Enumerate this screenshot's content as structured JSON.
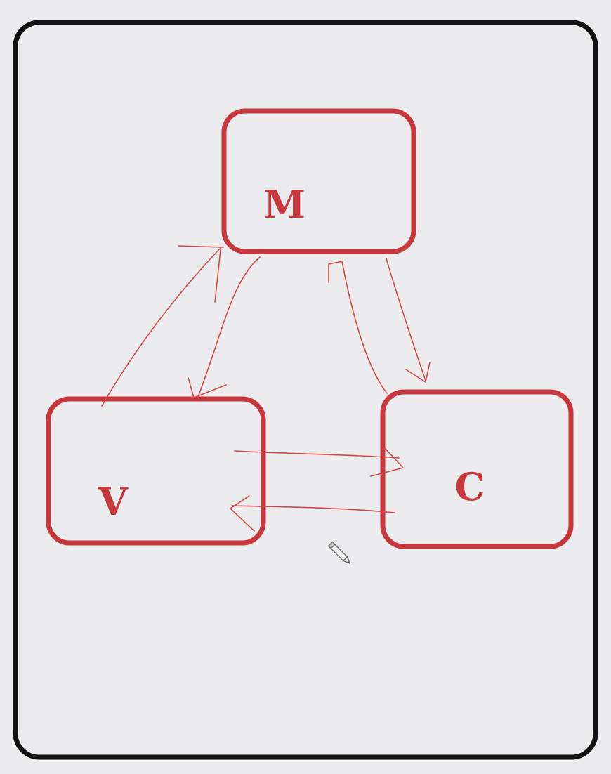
{
  "diagram": {
    "colors": {
      "frame": "#111111",
      "box": "#c8373b",
      "arrow": "#d24848",
      "background": "#ececee"
    },
    "nodes": {
      "m": {
        "label": "M"
      },
      "v": {
        "label": "V"
      },
      "c": {
        "label": "C"
      }
    },
    "cursor_icon": "pencil-icon"
  }
}
